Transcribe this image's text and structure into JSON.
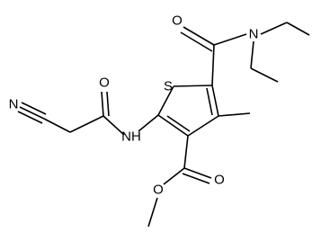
{
  "diagram_type": "structural-formula",
  "atoms": {
    "sulfur": "S",
    "carbonyl_oxygen_amide": "O",
    "dimethylamide_nitrogen": "N",
    "cyano_nitrogen": "N",
    "acyl_oxygen": "O",
    "amide_nitrogen": "NH",
    "ester_oxygen_double": "O",
    "ester_oxygen_single": "O"
  },
  "colors": {
    "bond": "#000000",
    "label": "#000000",
    "background": "#ffffff"
  }
}
